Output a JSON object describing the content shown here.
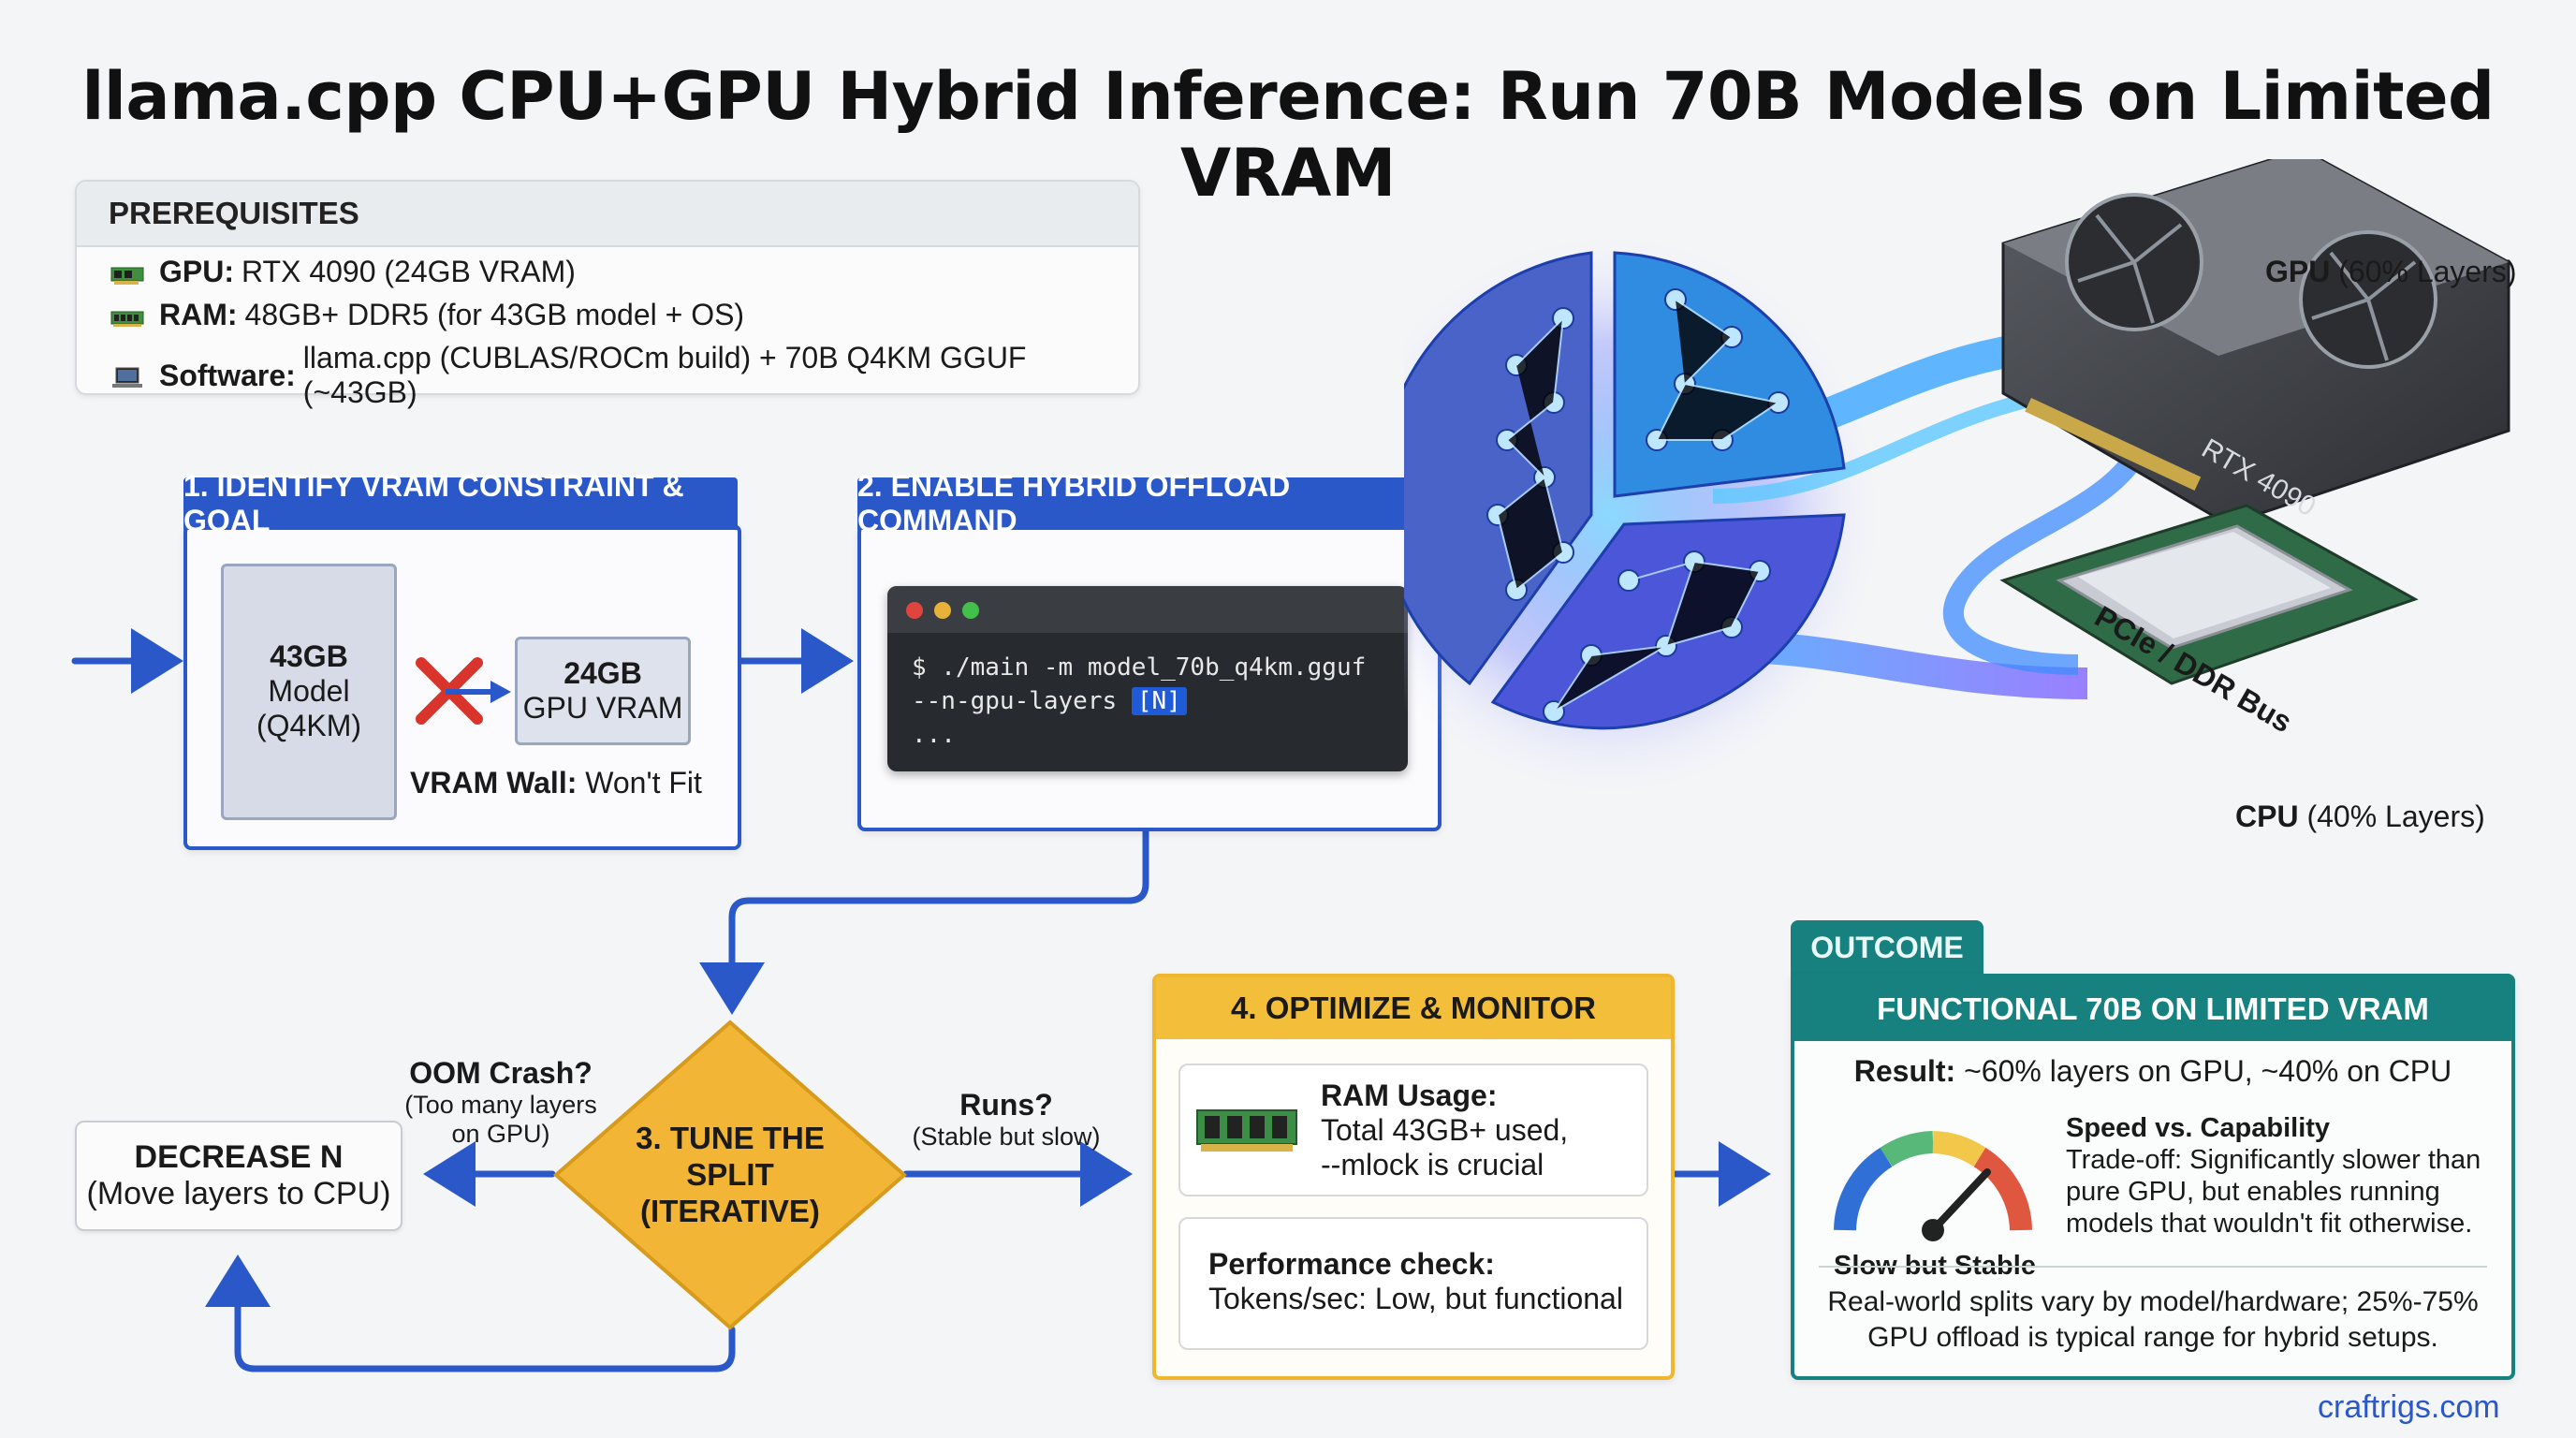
{
  "title": "llama.cpp CPU+GPU Hybrid Inference: Run 70B Models on Limited VRAM",
  "prerequisites": {
    "heading": "PREREQUISITES",
    "items": [
      {
        "icon": "gpu-card-icon",
        "label": "GPU:",
        "value": "RTX 4090 (24GB VRAM)"
      },
      {
        "icon": "ram-stick-icon",
        "label": "RAM:",
        "value": "48GB+ DDR5 (for 43GB model + OS)"
      },
      {
        "icon": "laptop-icon",
        "label": "Software:",
        "value": "llama.cpp (CUBLAS/ROCm build) + 70B Q4KM GGUF (~43GB)"
      }
    ]
  },
  "step1": {
    "heading": "1. IDENTIFY VRAM CONSTRAINT & GOAL",
    "model_size": "43GB",
    "model_label": "Model",
    "model_quant": "(Q4KM)",
    "vram_size": "24GB",
    "vram_label": "GPU VRAM",
    "wall_label": "VRAM Wall:",
    "wall_text": "Won't Fit"
  },
  "step2": {
    "heading": "2. ENABLE HYBRID OFFLOAD COMMAND",
    "line1": "$ ./main -m model_70b_q4km.gguf",
    "line2_prefix": "--n-gpu-layers ",
    "line2_badge": "[N]",
    "line3": "..."
  },
  "illustration": {
    "gpu_label": "GPU",
    "gpu_detail": "(60% Layers)",
    "cpu_label": "CPU",
    "cpu_detail": "(40% Layers)",
    "bus_label": "PCIe / DDR Bus",
    "card_text": "RTX 4090"
  },
  "step3": {
    "line1": "3. TUNE THE",
    "line2": "SPLIT",
    "line3": "(ITERATIVE)",
    "fail_label": "OOM Crash?",
    "fail_detail_1": "(Too many layers",
    "fail_detail_2": "on GPU)",
    "ok_label": "Runs?",
    "ok_detail": "(Stable but slow)"
  },
  "decrease": {
    "title": "DECREASE N",
    "detail": "(Move layers to CPU)"
  },
  "step4": {
    "heading": "4. OPTIMIZE & MONITOR",
    "ram_title": "RAM Usage:",
    "ram_line1": "Total 43GB+ used,",
    "ram_line2": "--mlock is crucial",
    "perf_title": "Performance check:",
    "perf_text": "Tokens/sec: Low, but functional"
  },
  "outcome": {
    "tab": "OUTCOME",
    "heading": "FUNCTIONAL 70B ON LIMITED VRAM",
    "result_label": "Result:",
    "result_text": "~60% layers on GPU, ~40% on CPU",
    "gauge_label": "Slow but Stable",
    "tradeoff_title": "Speed vs. Capability",
    "tradeoff_1": "Trade-off: Significantly slower than",
    "tradeoff_2": "pure GPU, but enables running",
    "tradeoff_3": "models that wouldn't fit otherwise.",
    "note_1": "Real-world splits vary by model/hardware; 25%-75%",
    "note_2": "GPU offload is typical range for hybrid setups."
  },
  "footer": {
    "brand": "craftrigs.com"
  },
  "colors": {
    "blue": "#2a58c9",
    "amber": "#f0b62e",
    "teal": "#16817e",
    "red": "#d9342b"
  }
}
